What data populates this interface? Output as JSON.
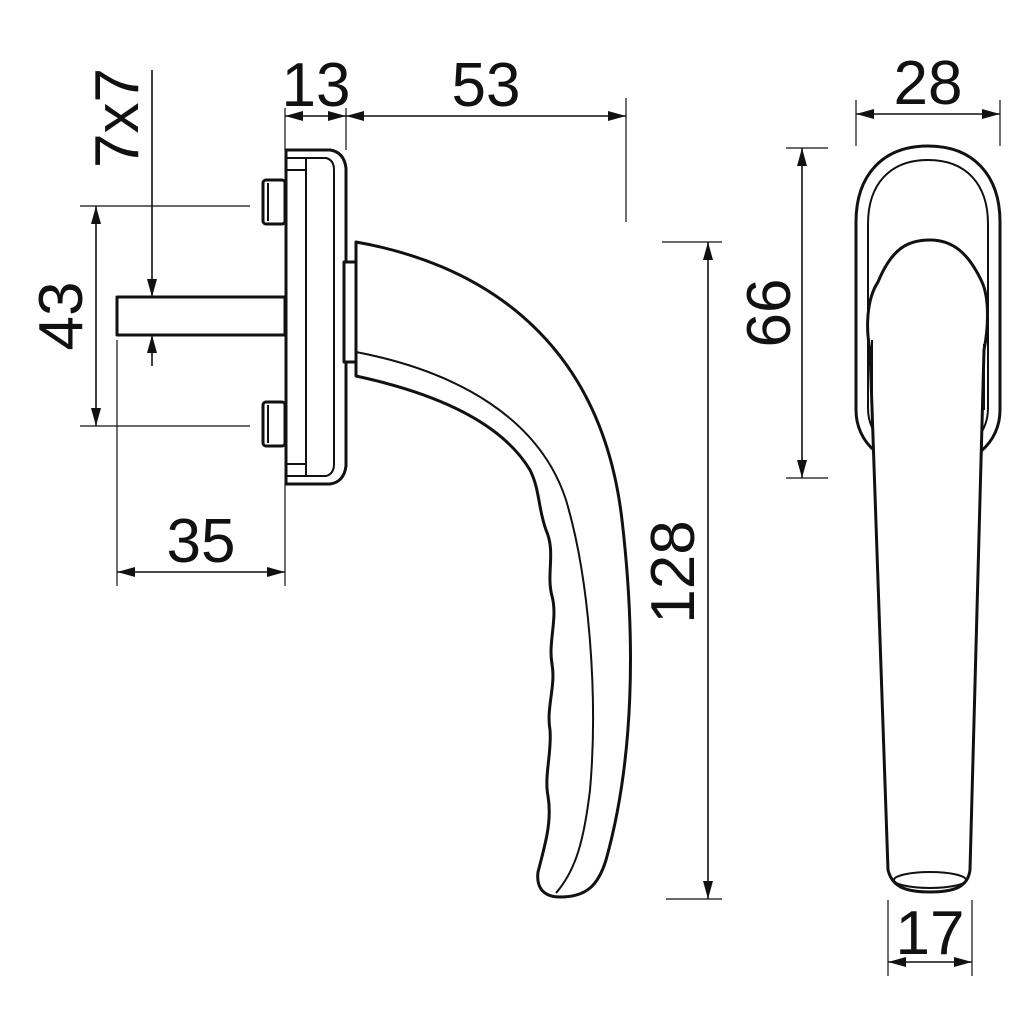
{
  "dimensions": {
    "spindle_size": "7x7",
    "rose_thickness": "13",
    "handle_projection": "53",
    "screw_spacing": "43",
    "spindle_length": "35",
    "handle_length": "128",
    "rose_width": "28",
    "rose_length": "66",
    "grip_width": "17"
  }
}
